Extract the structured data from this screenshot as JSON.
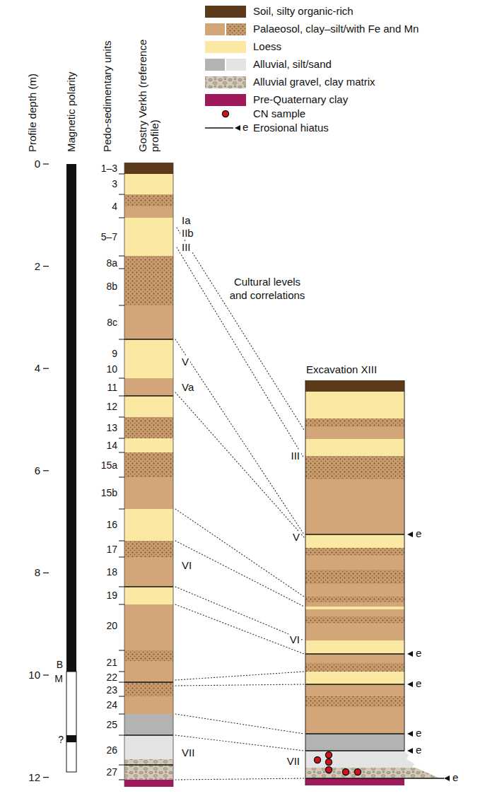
{
  "diagram": {
    "nodes": [
      {
        "text": [
          "Gostry Verkh (reference profile)"
        ]
      },
      {
        "text": [
          "Excavation XIII"
        ]
      }
    ],
    "labels": [
      "Profile depth (m)",
      "Magnetic polarity",
      "Pedo-sedimentary units",
      "0",
      "2",
      "4",
      "6",
      "8",
      "10",
      "12",
      "B",
      "M",
      "?",
      "1–3",
      "3",
      "4",
      "5–7",
      "8a",
      "8b",
      "8c",
      "9",
      "10",
      "11",
      "12",
      "13",
      "14",
      "15a",
      "15b",
      "16",
      "17",
      "18",
      "19",
      "20",
      "21",
      "22",
      "23",
      "24",
      "25",
      "26",
      "27",
      "Ia",
      "IIb",
      "III",
      "V",
      "Va",
      "VI",
      "VII",
      "Cultural levels and correlations",
      "III",
      "V",
      "VI",
      "VII",
      "e",
      "e",
      "e",
      "e",
      "e",
      "e",
      "e"
    ],
    "legend": [
      {
        "text": "Soil, silty organic-rich",
        "color": "#5c3a1c"
      },
      {
        "text": "Palaeosol, clay–silt/with Fe and Mn",
        "color": "#d2a679"
      },
      {
        "text": "Loess",
        "color": "#fbe8a2"
      },
      {
        "text": "Alluvial, silt/sand",
        "color": "#b3b3b3"
      },
      {
        "text": "Alluvial gravel, clay matrix",
        "color": "#d3c9b8"
      },
      {
        "text": "Pre-Quaternary clay",
        "color": "#9e1a5a"
      },
      {
        "text": "CN sample"
      },
      {
        "text": "Erosional hiatus"
      }
    ]
  }
}
